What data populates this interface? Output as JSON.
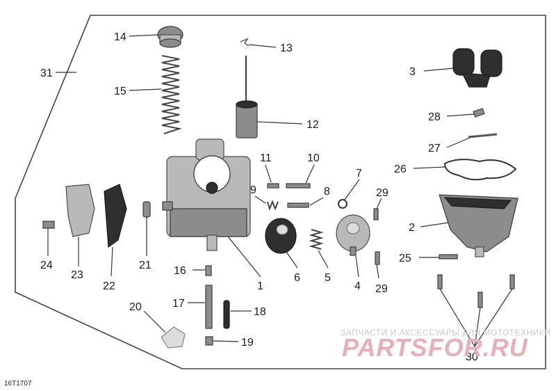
{
  "diagram_code": "16T1707",
  "watermark": {
    "tagline": "ЗАПЧАСТИ И АКСЕССУАРЫ ДЛЯ МОТОТЕХНИКИ",
    "brand": "PARTSFOR.RU"
  },
  "callouts": [
    "1",
    "2",
    "3",
    "4",
    "5",
    "6",
    "7",
    "8",
    "9",
    "10",
    "11",
    "12",
    "13",
    "14",
    "15",
    "16",
    "17",
    "18",
    "19",
    "20",
    "21",
    "22",
    "23",
    "24",
    "25",
    "26",
    "27",
    "28",
    "29",
    "30",
    "31"
  ]
}
